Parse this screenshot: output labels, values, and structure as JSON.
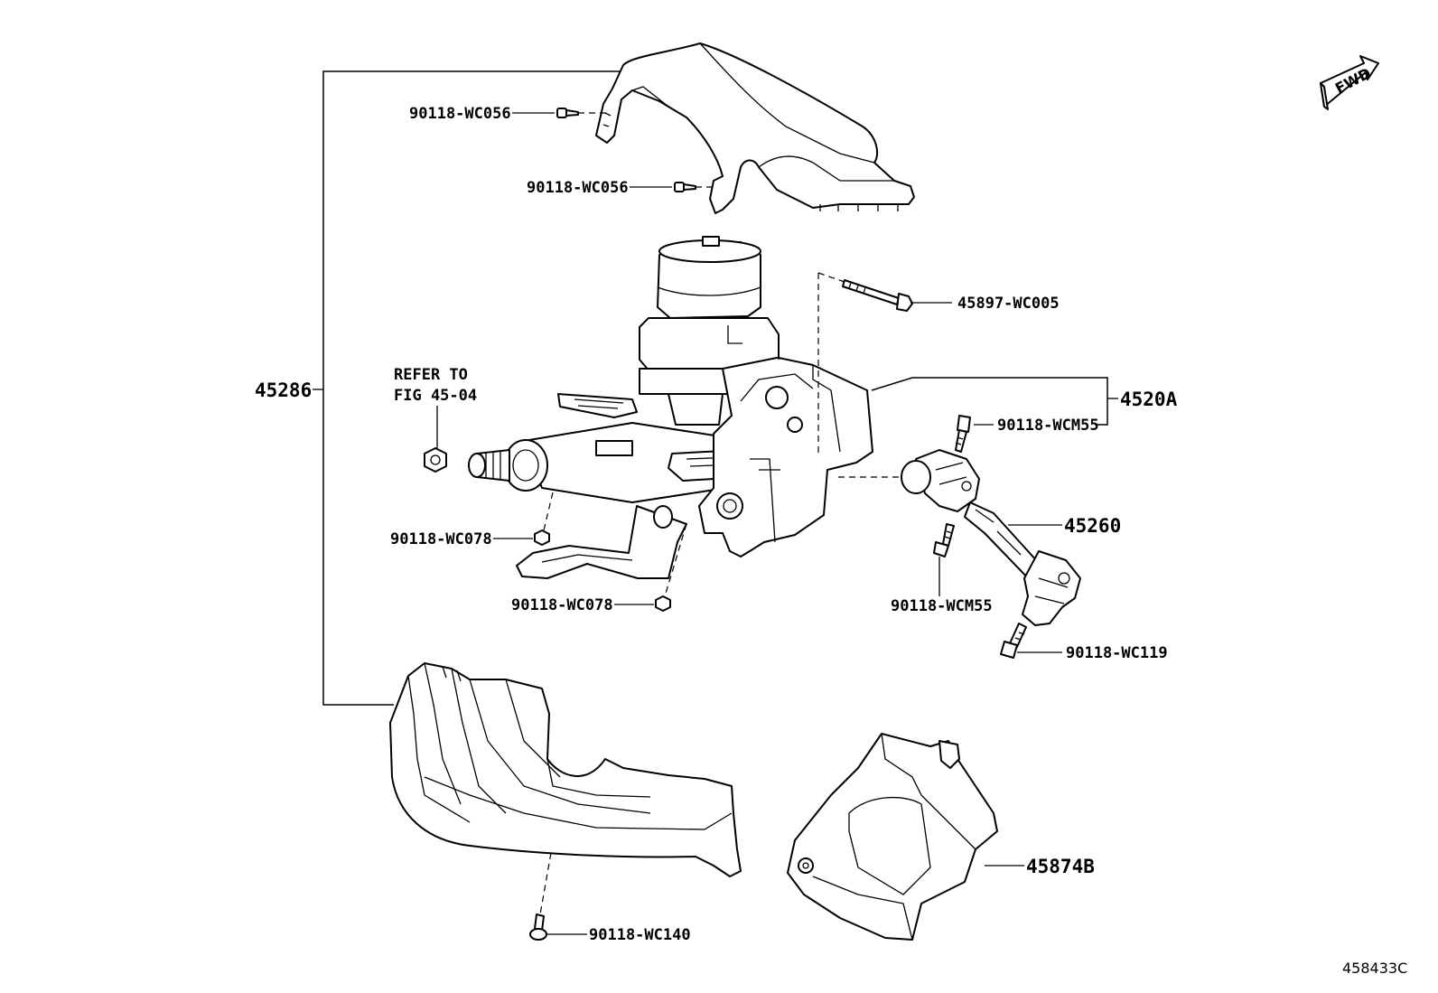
{
  "diagram": {
    "figure_id": "458433C",
    "fwd_label": "FWD",
    "refer_note": {
      "line1": "REFER TO",
      "line2": "FIG 45-04"
    },
    "callouts": {
      "screw_upper_1": "90118-WC056",
      "screw_upper_2": "90118-WC056",
      "bolt_column": "45897-WC005",
      "cover_assembly": "45286",
      "column_assembly": "4520A",
      "bolt_wcm55_upper": "90118-WCM55",
      "shaft_assembly": "45260",
      "nut_wc078_1": "90118-WC078",
      "nut_wc078_2": "90118-WC078",
      "bolt_wcm55_lower": "90118-WCM55",
      "bolt_wc119": "90118-WC119",
      "cover_lower": "45874B",
      "screw_lower": "90118-WC140"
    }
  }
}
